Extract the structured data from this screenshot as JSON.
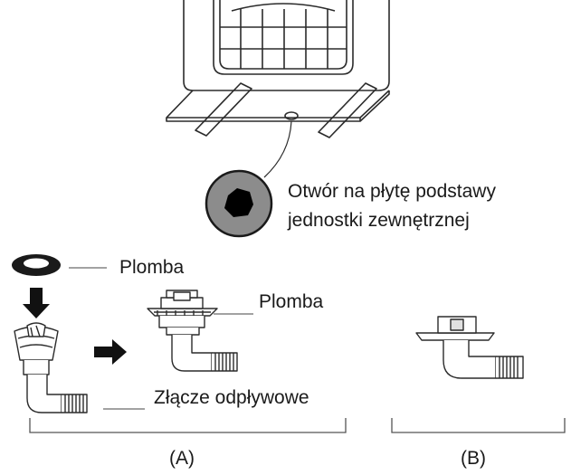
{
  "labels": {
    "base_hole_line1": "Otwór na płytę podstawy",
    "base_hole_line2": "jednostki zewnętrznej",
    "seal_a": "Plomba",
    "seal_b": "Plomba",
    "drain_joint": "Złącze odpływowe",
    "group_a": "(A)",
    "group_b": "(B)"
  },
  "colors": {
    "line": "#2b2b2b",
    "hole_fill": "#8c8c8c",
    "hole_center": "#000000",
    "seal_ring": "#1a1a1a"
  }
}
